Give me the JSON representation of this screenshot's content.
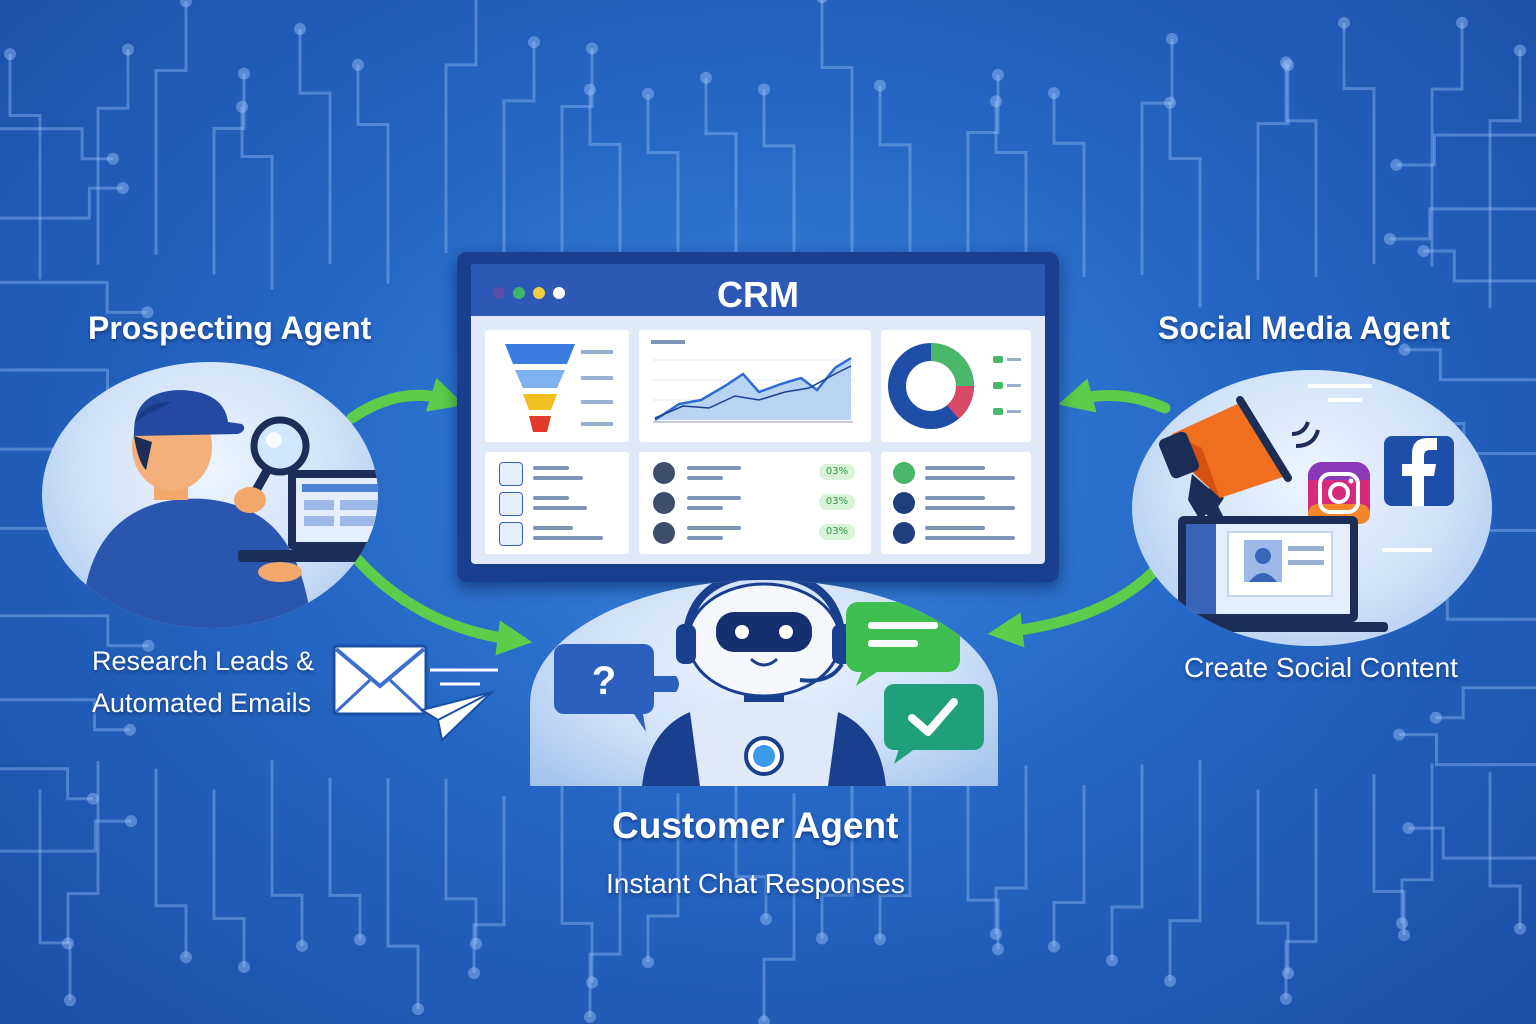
{
  "crm": {
    "title": "CRM",
    "window_dots": [
      "#5b4fa8",
      "#3fb56b",
      "#f0d040",
      "#ffffff"
    ],
    "lead_rows": [
      {
        "badge": "03%"
      },
      {
        "badge": "03%"
      },
      {
        "badge": "03%"
      }
    ]
  },
  "prospecting": {
    "title": "Prospecting Agent",
    "caption_line1": "Research Leads &",
    "caption_line2": "Automated Emails"
  },
  "social": {
    "title": "Social Media Agent",
    "caption": "Create Social Content"
  },
  "customer": {
    "title": "Customer Agent",
    "caption": "Instant Chat Responses",
    "question_bubble": "?"
  },
  "colors": {
    "background": "#2566c4",
    "arrow": "#5ccc4a",
    "monitor_frame": "#1b3f8f",
    "title_bar": "#2d58b5",
    "funnel": [
      "#3a7be0",
      "#f0c020",
      "#e23a2a"
    ],
    "donut": [
      "#1f4ea8",
      "#49b86a",
      "#d94a66"
    ],
    "chat_green": "#3fbf4f",
    "chat_teal": "#1fa07a",
    "megaphone": "#f07020"
  },
  "icons": [
    "magnifier-icon",
    "laptop-icon",
    "envelope-icon",
    "paper-plane-icon",
    "robot-icon",
    "headset-icon",
    "chat-bubble-icon",
    "checkmark-icon",
    "megaphone-icon",
    "instagram-icon",
    "facebook-icon",
    "funnel-icon",
    "line-chart-icon",
    "donut-chart-icon",
    "user-icon"
  ]
}
